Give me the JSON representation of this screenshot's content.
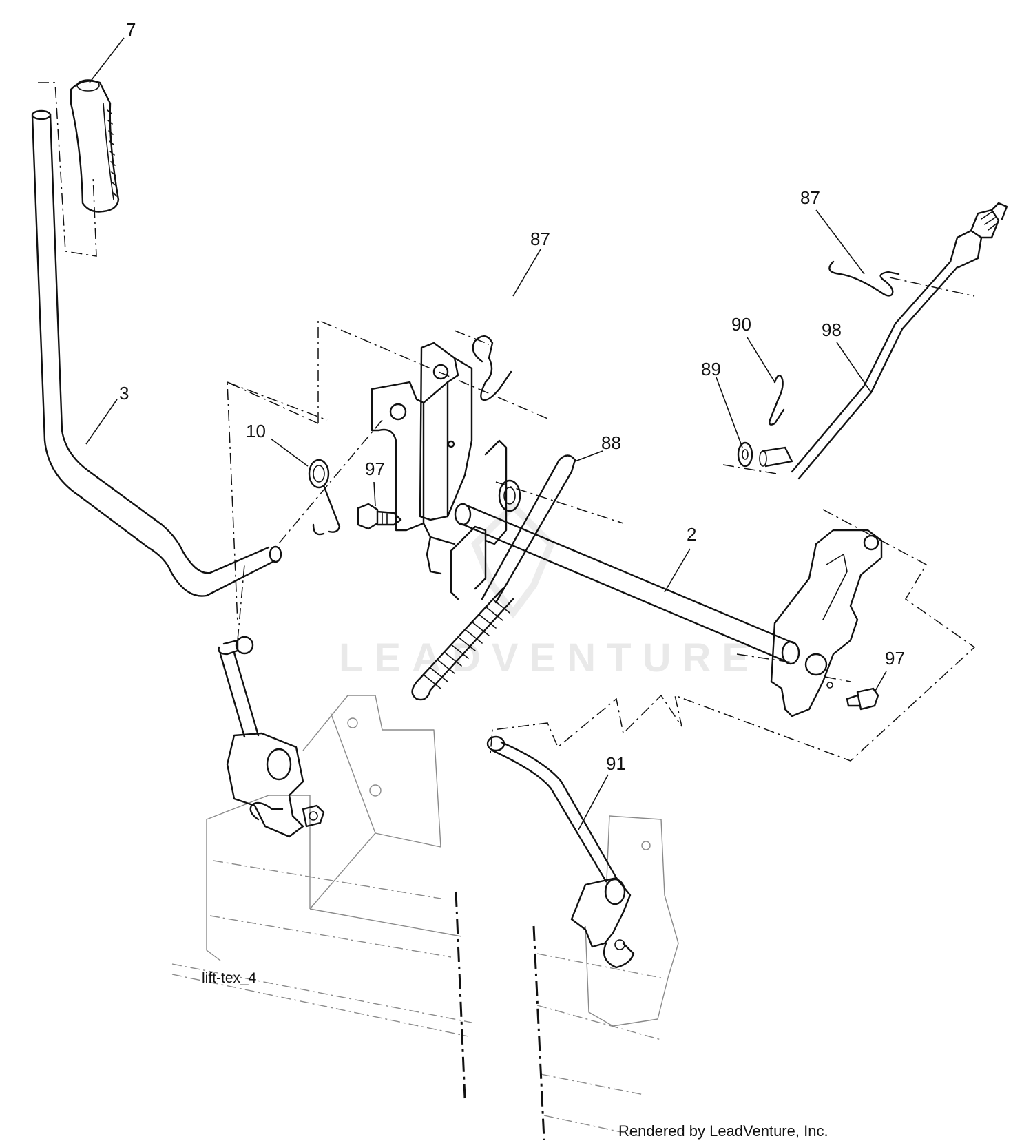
{
  "diagram": {
    "callouts": [
      {
        "id": "c7",
        "label": "7"
      },
      {
        "id": "c3",
        "label": "3"
      },
      {
        "id": "c87a",
        "label": "87"
      },
      {
        "id": "c87b",
        "label": "87"
      },
      {
        "id": "c90",
        "label": "90"
      },
      {
        "id": "c98",
        "label": "98"
      },
      {
        "id": "c89",
        "label": "89"
      },
      {
        "id": "c10",
        "label": "10"
      },
      {
        "id": "c97a",
        "label": "97"
      },
      {
        "id": "c88",
        "label": "88"
      },
      {
        "id": "c2",
        "label": "2"
      },
      {
        "id": "c97b",
        "label": "97"
      },
      {
        "id": "c91",
        "label": "91"
      }
    ],
    "caption": "lift-tex_4",
    "credit": "Rendered by LeadVenture, Inc.",
    "watermark": "LEADVENTURE"
  }
}
